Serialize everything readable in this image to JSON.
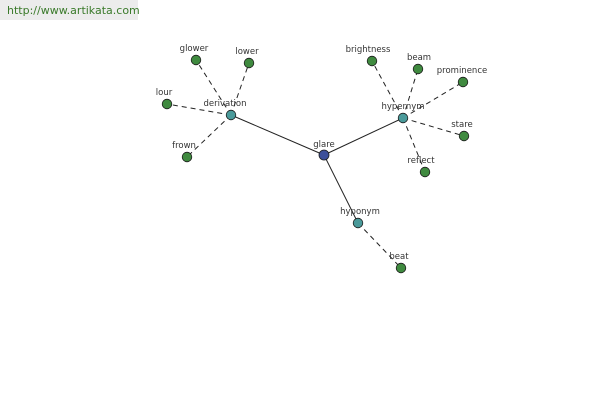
{
  "header": {
    "url": "http://www.artikata.com"
  },
  "graph": {
    "center": {
      "id": "glare",
      "label": "glare",
      "color": "#3c4f9a"
    },
    "relations": [
      {
        "id": "derivation",
        "label": "derivation",
        "color": "#4a9a9a",
        "leaves": [
          {
            "id": "glower",
            "label": "glower"
          },
          {
            "id": "lower",
            "label": "lower"
          },
          {
            "id": "lour",
            "label": "lour"
          },
          {
            "id": "frown",
            "label": "frown"
          }
        ]
      },
      {
        "id": "hypernym",
        "label": "hypernym",
        "color": "#4a9a9a",
        "leaves": [
          {
            "id": "brightness",
            "label": "brightness"
          },
          {
            "id": "beam",
            "label": "beam"
          },
          {
            "id": "prominence",
            "label": "prominence"
          },
          {
            "id": "stare",
            "label": "stare"
          },
          {
            "id": "reflect",
            "label": "reflect"
          }
        ]
      },
      {
        "id": "hyponym",
        "label": "hyponym",
        "color": "#4a9a9a",
        "leaves": [
          {
            "id": "beat",
            "label": "beat"
          }
        ]
      }
    ],
    "leaf_color": "#3f8a3f"
  }
}
